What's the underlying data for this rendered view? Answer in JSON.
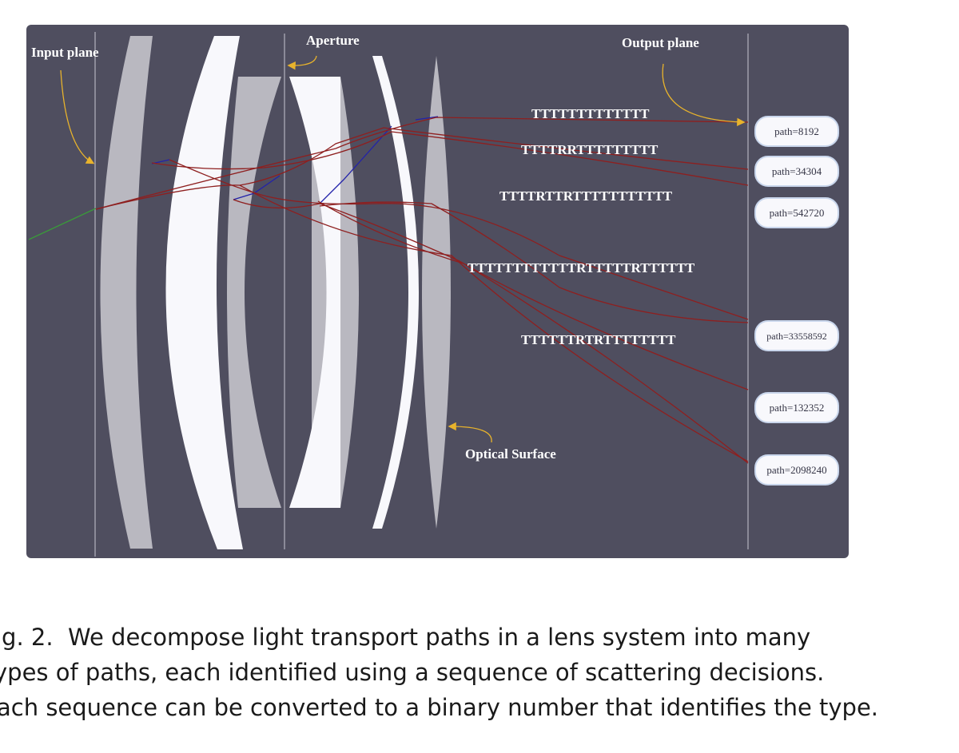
{
  "figure": {
    "labels": {
      "input_plane": "Input plane",
      "aperture": "Aperture",
      "output_plane": "Output plane",
      "optical_surface": "Optical Surface"
    },
    "sequences": [
      "TTTTTTTTTTTTT",
      "TTTTRRTTTTTTTTT",
      "TTTTRTTRTTTTTTTTTTT",
      "TTTTTTTTTTTTRTTTTTRTTTTTT",
      "TTTTTTRTRTTTTTTTT"
    ],
    "path_ids": [
      "path=8192",
      "path=34304",
      "path=542720",
      "path=33558592",
      "path=132352",
      "path=2098240"
    ],
    "colors": {
      "background": "#4f4e5f",
      "lens_gray": "#b9b8c0",
      "lens_white": "#f8f8fc",
      "ray_red": "#8e1f1f",
      "ray_blue": "#2222aa",
      "ray_green": "#3a9a3a",
      "arrow_yellow": "#e8b32c",
      "badge_border": "#c9d6ec"
    }
  },
  "caption": {
    "line1": "ig. 2.  We decompose light transport paths in a lens system into many",
    "line2": "ypes of paths, each identified using a sequence of scattering decisions.",
    "line3": "ach sequence can be converted to a binary number that identifies the type."
  }
}
